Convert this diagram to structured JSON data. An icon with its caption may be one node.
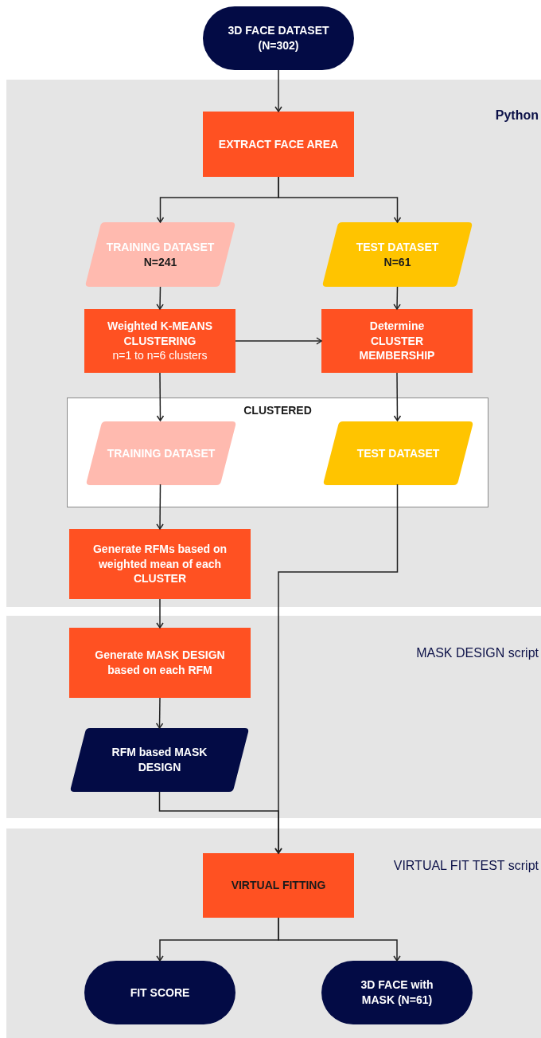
{
  "diagram": {
    "nodes": [
      {
        "text": [
          "3D FACE DATASET (N=302)"
        ]
      },
      {
        "text": [
          "Python"
        ]
      },
      {
        "text": [
          "EXTRACT FACE AREA"
        ],
        "in": 1
      },
      {
        "text": [
          "TRAINING DATASET",
          "N=241"
        ],
        "in": 1
      },
      {
        "text": [
          "TEST DATASET",
          "N=61"
        ],
        "in": 1
      },
      {
        "text": [
          "Weighted K-MEANS CLUSTERING",
          "n=1 to n=6 clusters"
        ],
        "in": 1
      },
      {
        "text": [
          "Determine CLUSTER MEMBERSHIP"
        ],
        "in": 1
      },
      {
        "text": [
          "CLUSTERED"
        ],
        "in": 1
      },
      {
        "text": [
          "TRAINING DATASET"
        ],
        "in": 7
      },
      {
        "text": [
          "TEST DATASET"
        ],
        "in": 7
      },
      {
        "text": [
          "Generate RFMs based on weighted mean of each CLUSTER"
        ],
        "in": 1
      },
      {
        "text": [
          "MASK DESIGN script"
        ]
      },
      {
        "text": [
          "Generate MASK DESIGN based on each RFM"
        ],
        "in": 11
      },
      {
        "text": [
          "RFM based MASK DESIGN"
        ],
        "in": 11
      },
      {
        "text": [
          "VIRTUAL FIT TEST script"
        ]
      },
      {
        "text": [
          "VIRTUAL FITTING"
        ],
        "in": 14
      },
      {
        "text": [
          "FIT SCORE"
        ],
        "in": 14
      },
      {
        "text": [
          "3D FACE with MASK (N=61)"
        ],
        "in": 14
      }
    ],
    "edges": [
      {
        "from": 0,
        "to": 2,
        "arrow": "to"
      },
      {
        "from": 2,
        "to": 3,
        "arrow": "to"
      },
      {
        "from": 2,
        "to": 4,
        "arrow": "to"
      },
      {
        "from": 3,
        "to": 5,
        "arrow": "to"
      },
      {
        "from": 4,
        "to": 6,
        "arrow": "to"
      },
      {
        "from": 5,
        "to": 6,
        "arrow": "to"
      },
      {
        "from": 5,
        "to": 8,
        "arrow": "to"
      },
      {
        "from": 6,
        "to": 9,
        "arrow": "to"
      },
      {
        "from": 8,
        "to": 10,
        "arrow": "to"
      },
      {
        "from": 9,
        "to": 15,
        "arrow": "to"
      },
      {
        "from": 10,
        "to": 12,
        "arrow": "to"
      },
      {
        "from": 12,
        "to": 13,
        "arrow": "to"
      },
      {
        "from": 13,
        "to": 15,
        "arrow": "to"
      },
      {
        "from": 15,
        "to": 16,
        "arrow": "to"
      },
      {
        "from": 15,
        "to": 17,
        "arrow": "to"
      }
    ]
  }
}
